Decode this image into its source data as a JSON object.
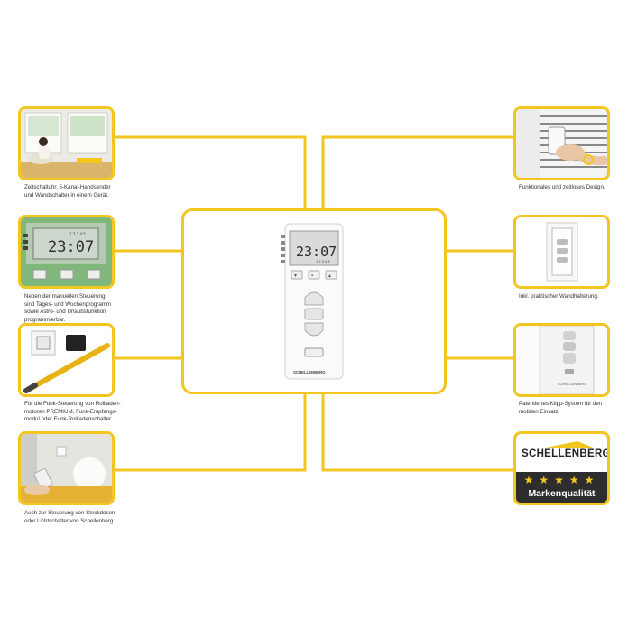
{
  "captions": {
    "left1": "Zeitschaltuhr, 5-Kanal-Handsender\nund Wandschalter in einem Gerät.",
    "left2": "Neben der manuellen Steuerung\nsind Tages- und Wochenprogramm\nsowie Astro- und Urlaubsfunktion\nprogrammierbar.",
    "left3": "Für die Funk-Steuerung von Rollladen-\nmotoren PREMIUM, Funk-Empfangs-\nmodul oder Funk-Rollladenschalter.",
    "left4": "Auch zur Steuerung von Steckdosen\noder Lichtschalter von Schellenberg.",
    "right1": "Funktionales und zeitloses Design.",
    "right2": "Inkl. praktischer Wandhalterung.",
    "right3": "Patentiertes Klipp-System für den\nmobilen Einsatz.",
    "right4": ""
  },
  "device": {
    "time": "23:07",
    "days": "1 2 3 4 5",
    "brand": "SCHELLENBERG"
  },
  "brand_badge": {
    "name": "SCHELLENBERG",
    "stars": "★★★★★",
    "tagline": "Markenqualität"
  },
  "colors": {
    "accent": "#f2c61f",
    "badge_dark": "#2d2d2d"
  }
}
